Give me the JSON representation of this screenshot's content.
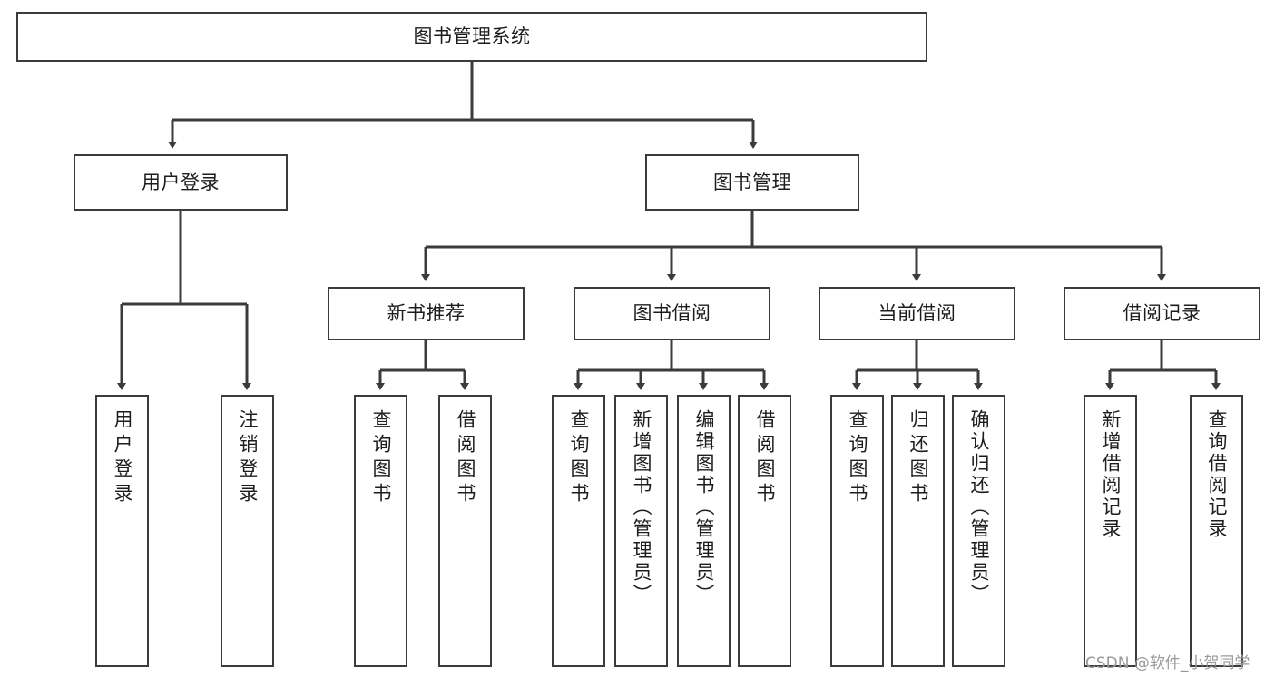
{
  "diagram": {
    "type": "tree",
    "title": "图书管理系统",
    "orientation": "top-down",
    "colors": {
      "stroke": "#3b3b3b",
      "fill": "#ffffff",
      "text": "#1d1d1d",
      "watermark": "#9a9a9a"
    },
    "root": {
      "label": "图书管理系统"
    },
    "level2": [
      {
        "label": "用户登录"
      },
      {
        "label": "图书管理"
      }
    ],
    "level3": [
      {
        "label": "新书推荐"
      },
      {
        "label": "图书借阅"
      },
      {
        "label": "当前借阅"
      },
      {
        "label": "借阅记录"
      }
    ],
    "leaves_user_login": [
      {
        "label": "用户登录"
      },
      {
        "label": "注销登录"
      }
    ],
    "leaves_new_books": [
      {
        "label": "查询图书"
      },
      {
        "label": "借阅图书"
      }
    ],
    "leaves_borrow": [
      {
        "label": "查询图书"
      },
      {
        "label": "新增图书（管理员）"
      },
      {
        "label": "编辑图书（管理员）"
      },
      {
        "label": "借阅图书"
      }
    ],
    "leaves_current": [
      {
        "label": "查询图书"
      },
      {
        "label": "归还图书"
      },
      {
        "label": "确认归还（管理员）"
      }
    ],
    "leaves_records": [
      {
        "label": "新增借阅记录"
      },
      {
        "label": "查询借阅记录"
      }
    ],
    "watermark": "CSDN @软件_小贺同学"
  }
}
